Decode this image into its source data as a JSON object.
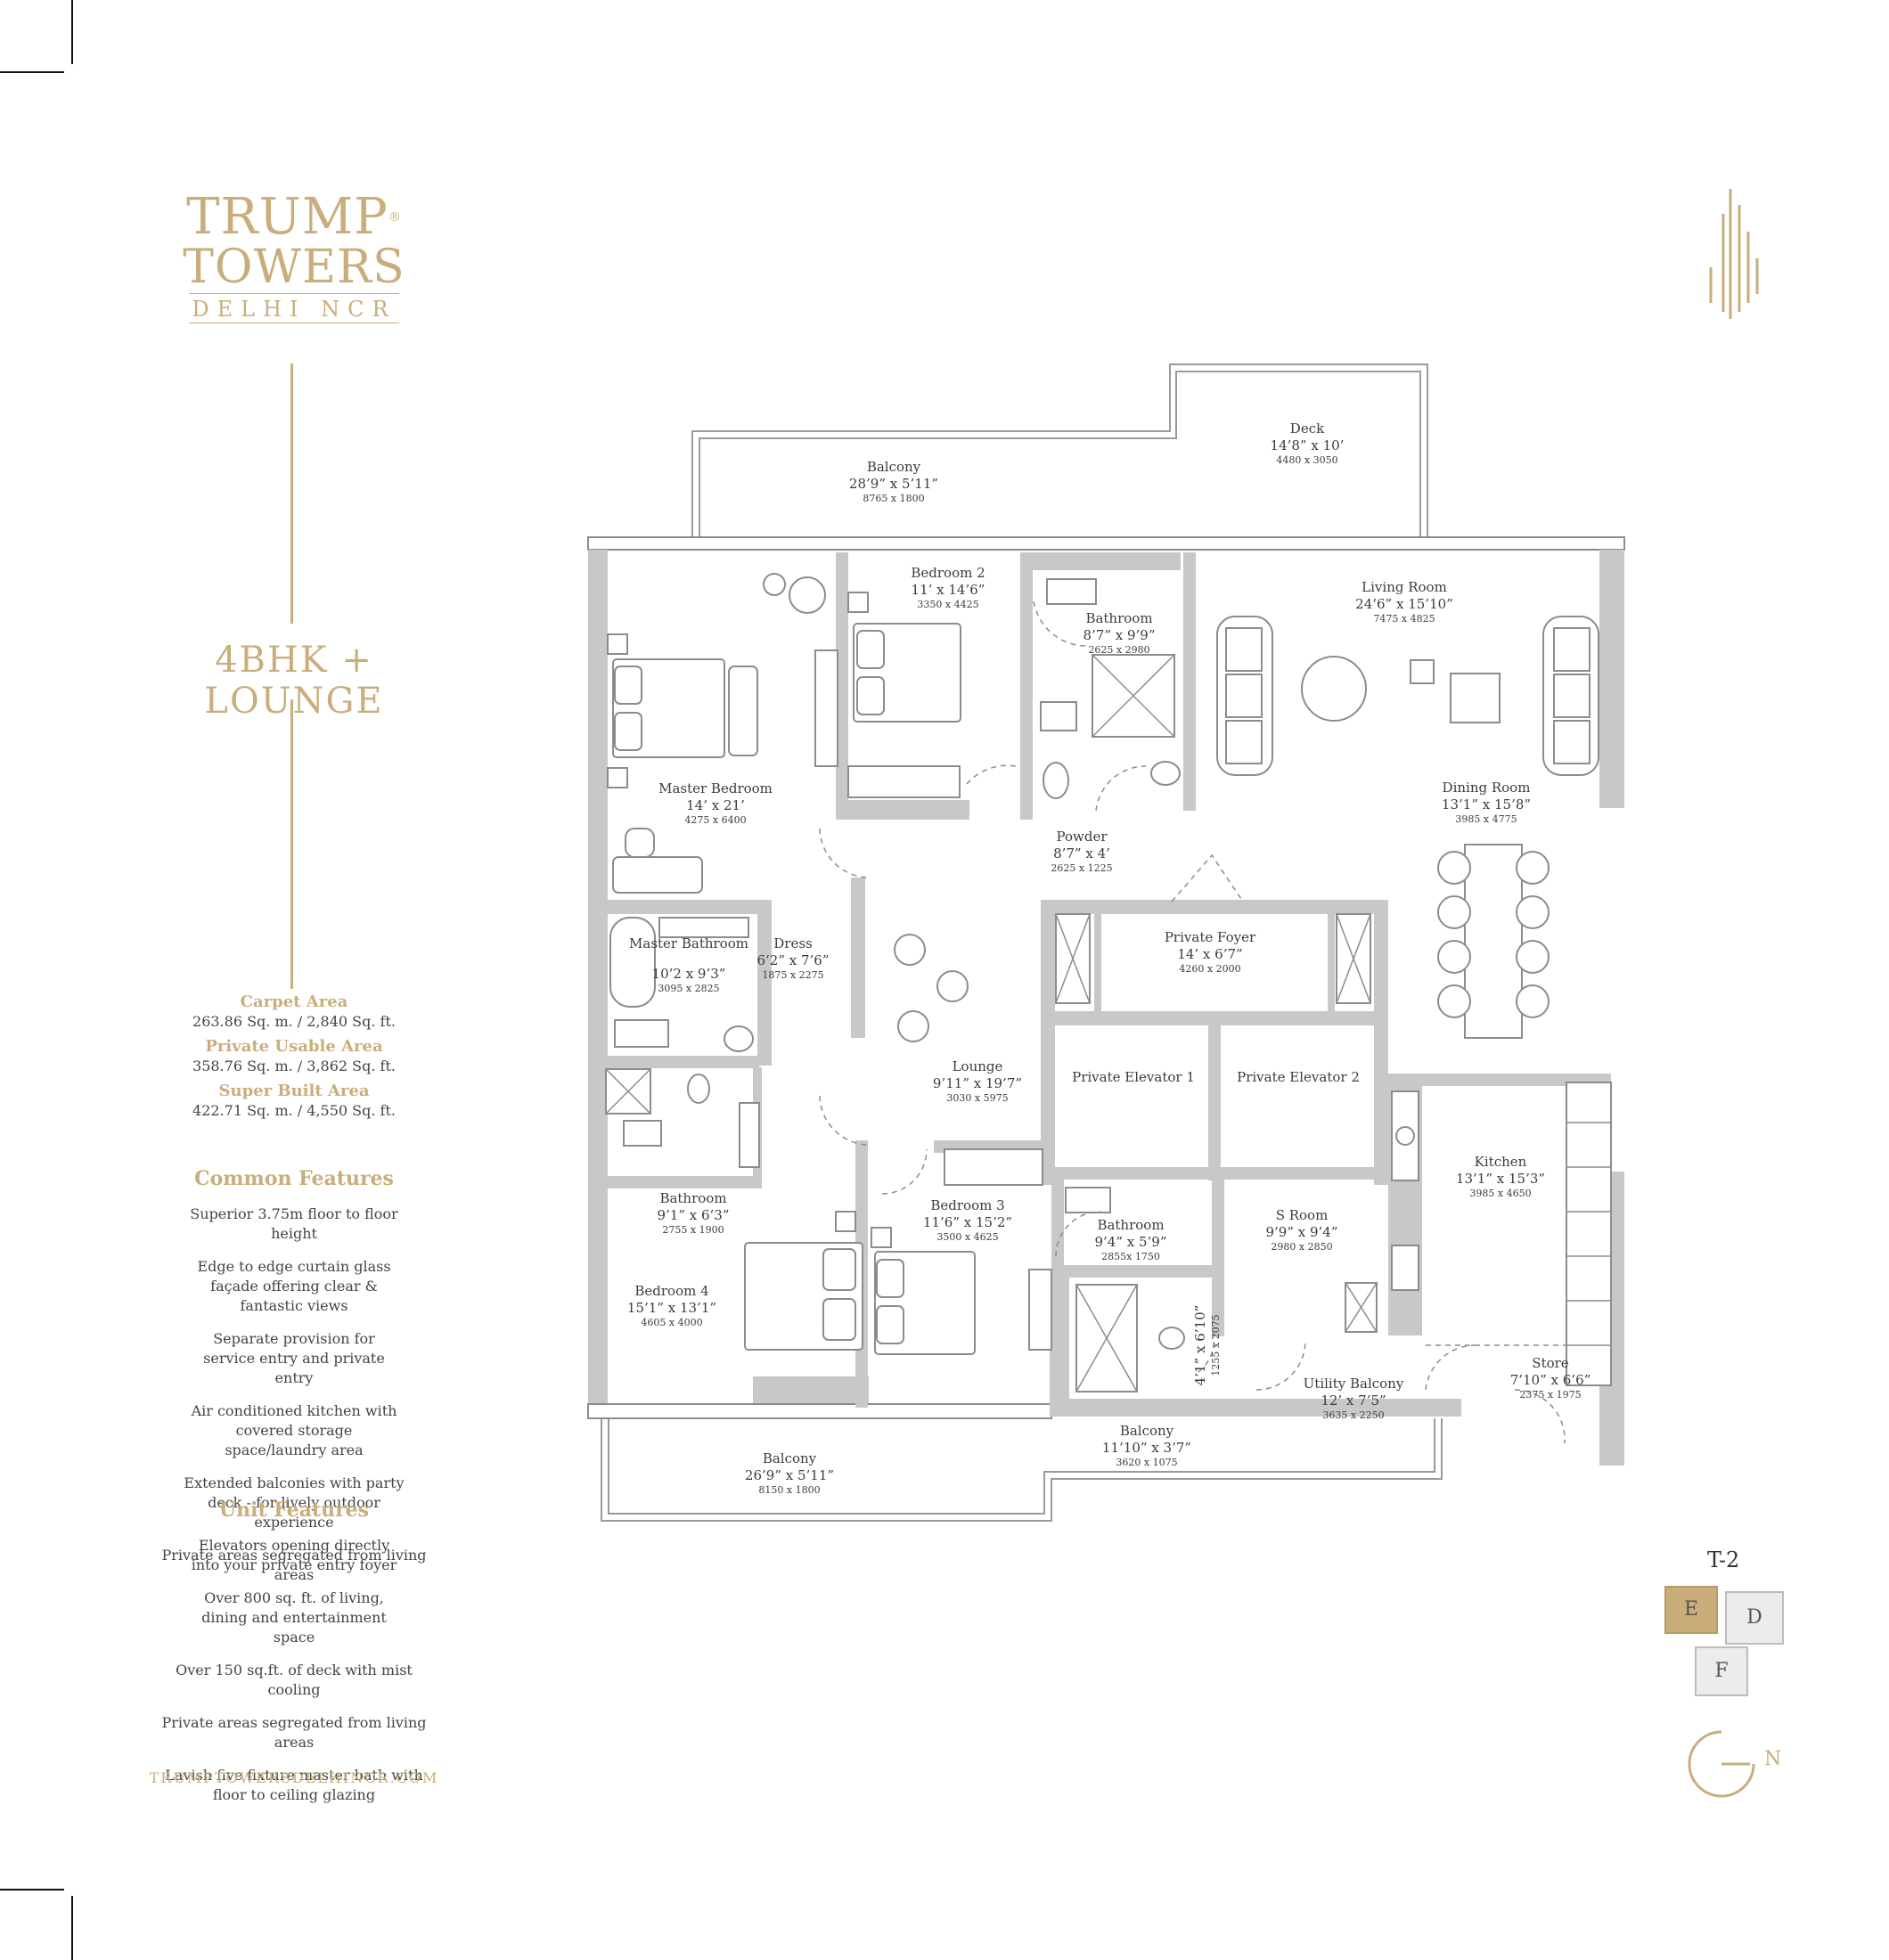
{
  "brand": {
    "line1": "TRUMP",
    "reg": "®",
    "line2": "TOWERS",
    "line3": "DELHI NCR"
  },
  "unit_type": "4BHK + LOUNGE",
  "areas": [
    {
      "label": "Carpet Area",
      "value": "263.86 Sq. m. / 2,840 Sq. ft."
    },
    {
      "label": "Private Usable Area",
      "value": "358.76 Sq. m. / 3,862 Sq. ft."
    },
    {
      "label": "Super Built Area",
      "value": "422.71 Sq. m. / 4,550 Sq. ft."
    }
  ],
  "common_features": {
    "title": "Common Features",
    "items": [
      "Superior 3.75m floor to floor height",
      "Edge to edge curtain glass façade offering clear & fantastic views",
      "Separate provision for service entry and private entry",
      "Air conditioned kitchen with covered storage space/laundry area",
      "Extended balconies with party deck - for lively outdoor experience",
      "Private areas segregated from living areas"
    ]
  },
  "unit_features": {
    "title": "Unit Features",
    "items": [
      "Elevators opening directly into your private entry foyer",
      "Over 800 sq. ft. of living, dining and entertainment space",
      "Over 150 sq.ft. of deck with mist cooling",
      "Private areas segregated from living areas",
      "Lavish five fixture master bath with floor to ceiling glazing"
    ]
  },
  "website": "TRUMPTOWERSDELHINCR.COM",
  "rooms": [
    {
      "name": "Balcony",
      "dims": "28’9” x 5’11”",
      "mm": "8765 x 1800"
    },
    {
      "name": "Deck",
      "dims": "14’8” x 10’",
      "mm": "4480 x 3050"
    },
    {
      "name": "Bedroom 2",
      "dims": "11’ x 14’6”",
      "mm": "3350 x 4425"
    },
    {
      "name": "Bathroom",
      "dims": "8’7” x 9’9”",
      "mm": "2625 x 2980"
    },
    {
      "name": "Living Room",
      "dims": "24’6” x 15’10”",
      "mm": "7475 x 4825"
    },
    {
      "name": "Master Bedroom",
      "dims": "14’ x 21’",
      "mm": "4275 x 6400"
    },
    {
      "name": "Dining Room",
      "dims": "13’1” x 15’8”",
      "mm": "3985 x 4775"
    },
    {
      "name": "Powder",
      "dims": "8’7” x 4’",
      "mm": "2625 x 1225"
    },
    {
      "name": "Private Foyer",
      "dims": "14’ x 6’7”",
      "mm": "4260 x 2000"
    },
    {
      "name": "Master Bathroom",
      "dims": "10’2 x 9’3”",
      "mm": "3095 x 2825"
    },
    {
      "name": "Dress",
      "dims": "6’2” x 7’6”",
      "mm": "1875 x 2275"
    },
    {
      "name": "Lounge",
      "dims": "9’11” x 19’7”",
      "mm": "3030 x 5975"
    },
    {
      "name": "Private Elevator 1",
      "dims": "",
      "mm": ""
    },
    {
      "name": "Private Elevator 2",
      "dims": "",
      "mm": ""
    },
    {
      "name": "Kitchen",
      "dims": "13’1” x 15’3”",
      "mm": "3985 x 4650"
    },
    {
      "name": "Bathroom",
      "dims": "9’1” x 6’3”",
      "mm": "2755 x 1900"
    },
    {
      "name": "Bedroom 3",
      "dims": "11’6” x 15’2”",
      "mm": "3500 x 4625"
    },
    {
      "name": "Bathroom",
      "dims": "9’4” x 5’9”",
      "mm": "2855x 1750"
    },
    {
      "name": "S Room",
      "dims": "9’9” x 9’4”",
      "mm": "2980 x 2850"
    },
    {
      "name": "Bedroom 4",
      "dims": "15’1” x 13’1”",
      "mm": "4605 x 4000"
    },
    {
      "name": "Store",
      "dims": "7’10” x 6’6”",
      "mm": "2375 x 1975"
    },
    {
      "name": "Utility Balcony",
      "dims": "12’ x 7’5”",
      "mm": "3635 x 2250"
    },
    {
      "name": "Balcony",
      "dims": "11’10” x 3’7”",
      "mm": "3620 x 1075"
    },
    {
      "name": "Balcony",
      "dims": "26’9” x 5’11”",
      "mm": "8150 x 1800"
    }
  ],
  "closet_label": {
    "dims": "4’1” x 6’10”",
    "mm": "1255 x 2075"
  },
  "key_plan": {
    "tower": "T-2",
    "units": [
      "E",
      "D",
      "F"
    ],
    "north": "N"
  },
  "colors": {
    "gold": "#c9ae7c",
    "wall": "#c8c8c8",
    "highlight_unit": "#c9ae7c"
  }
}
